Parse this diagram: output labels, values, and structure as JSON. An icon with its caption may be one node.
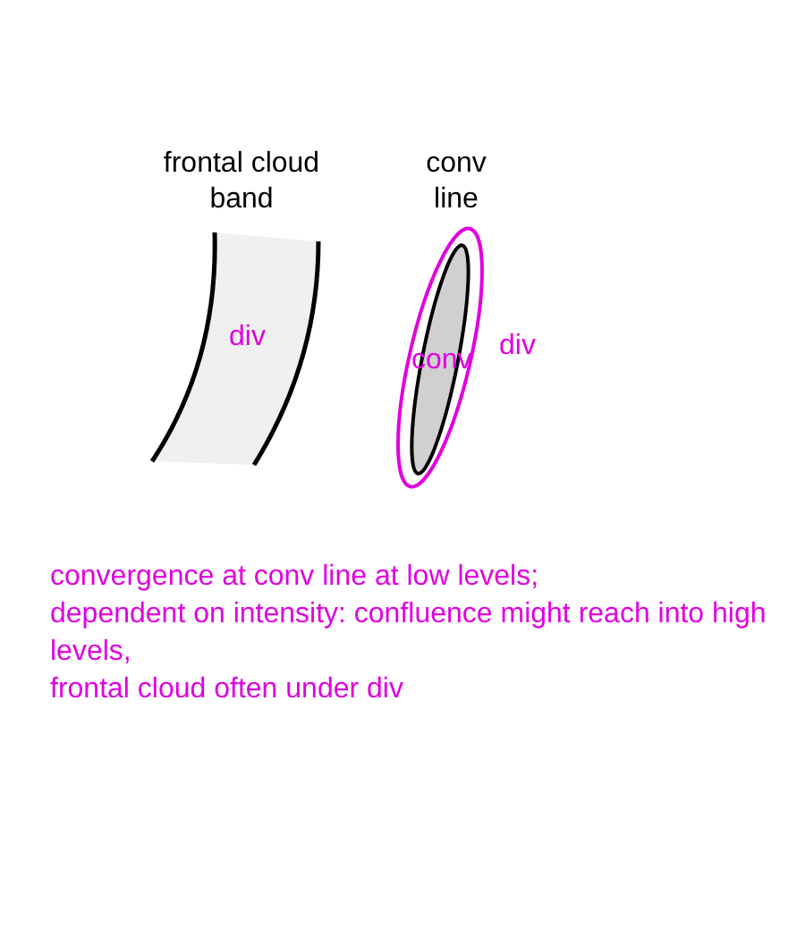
{
  "diagram": {
    "nodes": [
      {
        "text": [
          "frontal cloud band",
          "div"
        ]
      },
      {
        "text": [
          "conv line"
        ],
        "beside": [
          "div"
        ]
      },
      {
        "text": [
          "conv"
        ],
        "in": 1
      }
    ],
    "labels": [
      "convergence at conv line at low levels;",
      "dependent on intensity: confluence might reach into high levels,",
      "frontal cloud often under div"
    ]
  }
}
